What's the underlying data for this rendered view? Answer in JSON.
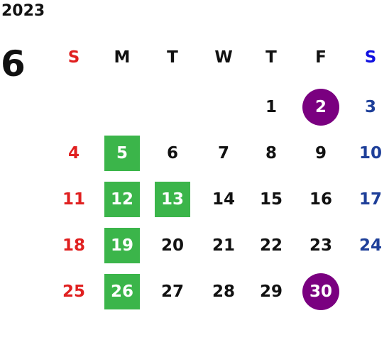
{
  "year": "2023",
  "month": "6",
  "weekdays": [
    {
      "label": "S",
      "kind": "sun"
    },
    {
      "label": "M",
      "kind": "wd"
    },
    {
      "label": "T",
      "kind": "wd"
    },
    {
      "label": "W",
      "kind": "wd"
    },
    {
      "label": "T",
      "kind": "wd"
    },
    {
      "label": "F",
      "kind": "wd"
    },
    {
      "label": "S",
      "kind": "sat"
    }
  ],
  "first_weekday_index": 4,
  "days_in_month": 30,
  "green_days": [
    5,
    12,
    13,
    19,
    26
  ],
  "purple_days": [
    2,
    30
  ],
  "colors": {
    "sunday": "#e02020",
    "saturday": "#1e3f99",
    "saturday_header": "#1010e0",
    "green_highlight": "#3bb54a",
    "purple_highlight": "#7a0080",
    "text": "#111111"
  }
}
